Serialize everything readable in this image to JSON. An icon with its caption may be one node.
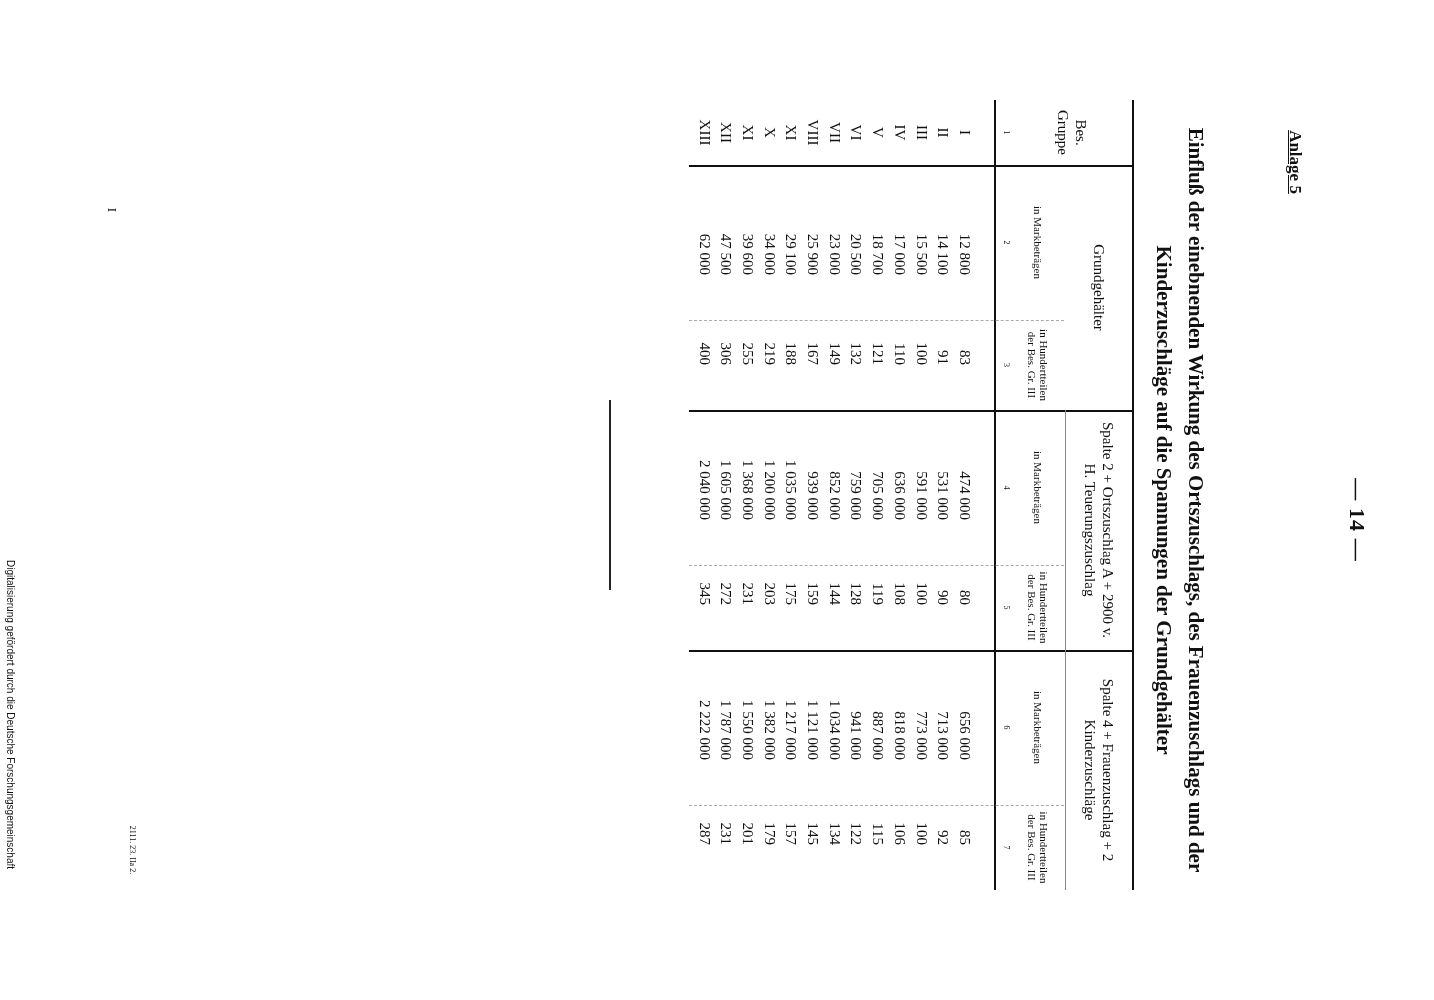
{
  "diagram": {
    "title": "Einfluß der einebnenden Wirkung des Ortszuschlags, des Frauenzuschlags und der Kinderzuschläge auf die Spannungen der Grundgehälter",
    "labels": [
      "— 14 —",
      "Anlage 5",
      "Bes. Gruppe",
      "Grundgehälter",
      "Spalte 2 + Ortszuschlag A + 2900 v. H. Teuerungszuschlag",
      "Spalte 4 + Frauenzuschlag + 2 Kinderzuschläge",
      "in Markbeträgen",
      "in Hundertteilen der Bes. Gr. III",
      "in Markbeträgen",
      "in Hundertteilen der Bes. Gr. III",
      "in Markbeträgen",
      "in Hundertteilen der Bes. Gr. III",
      "1",
      "2",
      "3",
      "4",
      "5",
      "6",
      "7",
      "I",
      "12 800",
      "83",
      "474 000",
      "80",
      "656 000",
      "85",
      "II",
      "14 100",
      "91",
      "531 000",
      "90",
      "713 000",
      "92",
      "III",
      "15 500",
      "100",
      "591 000",
      "100",
      "773 000",
      "100",
      "IV",
      "17 000",
      "110",
      "636 000",
      "108",
      "818 000",
      "106",
      "V",
      "18 700",
      "121",
      "705 000",
      "119",
      "887 000",
      "115",
      "VI",
      "20 500",
      "132",
      "759 000",
      "128",
      "941 000",
      "122",
      "VII",
      "23 000",
      "149",
      "852 000",
      "144",
      "1 034 000",
      "134",
      "VIII",
      "25 900",
      "167",
      "939 000",
      "159",
      "1 121 000",
      "145",
      "XI",
      "29 100",
      "188",
      "1 035 000",
      "175",
      "1 217 000",
      "157",
      "X",
      "34 000",
      "219",
      "1 200 000",
      "203",
      "1 382 000",
      "179",
      "XI",
      "39 600",
      "255",
      "1 368 000",
      "231",
      "1 550 000",
      "201",
      "XII",
      "47 500",
      "306",
      "1 605 000",
      "272",
      "1 787 000",
      "231",
      "XIII",
      "62 000",
      "400",
      "2 040 000",
      "345",
      "2 222 000",
      "287",
      "I",
      "2111. 23. IIa 2.",
      "Digitalisierung gefördert durch die Deutsche Forschungsgemeinschaft"
    ]
  }
}
